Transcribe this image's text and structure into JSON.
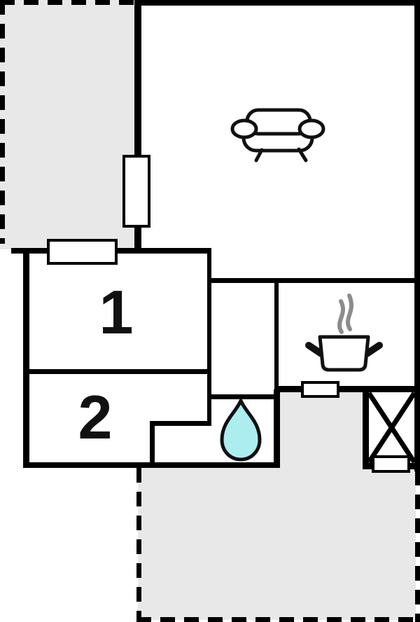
{
  "rooms": [
    {
      "name": "bedroom-1",
      "label": "1"
    },
    {
      "name": "bedroom-2",
      "label": "2"
    }
  ],
  "icons": {
    "sofa": "sofa-icon",
    "cooking": "cooking-pot-icon",
    "water": "water-drop-icon",
    "storage": "crossed-box-icon"
  },
  "colors": {
    "wall": "#000000",
    "terrace_fill": "#e8e8e8",
    "water_drop_fill": "#aceef0",
    "steam_stroke": "#8c8c8c",
    "background": "#ffffff",
    "icon_stroke": "#111111"
  }
}
